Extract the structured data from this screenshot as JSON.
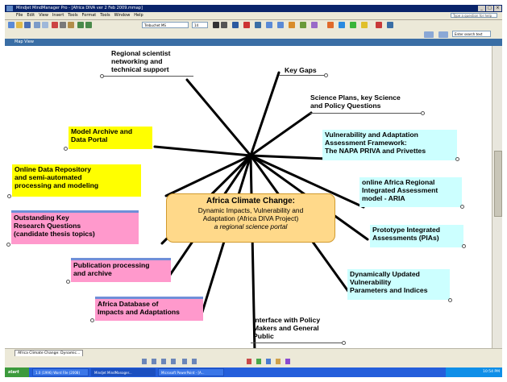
{
  "window": {
    "title": "Mindjet MindManager Pro - [Africa DIVA ver 2 Feb 2009.mmap]",
    "help_placeholder": "Type a question for help"
  },
  "menu": [
    "File",
    "Edit",
    "View",
    "Insert",
    "Tools",
    "Format",
    "Tools",
    "Window",
    "Help"
  ],
  "toolbar": {
    "font_name": "Trebuchet MS",
    "font_size": "14",
    "search_placeholder": "Enter search text"
  },
  "map_view": {
    "header": "Map View",
    "tab_label": "Africa Climate Change: Dynamic...",
    "central": {
      "line1": "Africa Climate Change:",
      "line2": "Dynamic Impacts, Vulnerability and",
      "line3": "Adaptation (Africa DIVA Project)",
      "line4": "a regional science portal"
    },
    "topics": [
      {
        "id": "t1",
        "lines": [
          "Regional scientist",
          "networking and",
          "technical support"
        ],
        "style": "plain"
      },
      {
        "id": "t2",
        "lines": [
          "Key Gaps"
        ],
        "style": "plain"
      },
      {
        "id": "t3",
        "lines": [
          "Science Plans, key Science",
          "and Policy Questions"
        ],
        "style": "plain"
      },
      {
        "id": "t4",
        "lines": [
          "Vulnerability and Adaptation",
          "Assessment Framework:",
          "The NAPA PRIVA and Privettes"
        ],
        "style": "cyan"
      },
      {
        "id": "t5",
        "lines": [
          "online Africa Regional",
          "Integrated Assessment",
          "model - ARIA"
        ],
        "style": "cyan"
      },
      {
        "id": "t6",
        "lines": [
          "Prototype Integrated",
          "Assessments (PIAs)"
        ],
        "style": "cyan"
      },
      {
        "id": "t7",
        "lines": [
          "Dynamically Updated",
          "Vulnerability",
          "Parameters and Indices"
        ],
        "style": "cyan"
      },
      {
        "id": "t8",
        "lines": [
          "Interface with Policy",
          "Makers and General",
          "Public"
        ],
        "style": "plain"
      },
      {
        "id": "t9",
        "lines": [
          "Africa Database of",
          "Impacts and Adaptations"
        ],
        "style": "pink"
      },
      {
        "id": "t10",
        "lines": [
          "Publication processing",
          "and archive"
        ],
        "style": "pink"
      },
      {
        "id": "t11",
        "lines": [
          "Outstanding Key",
          "Research Questions",
          "(candidate thesis topics)"
        ],
        "style": "pink"
      },
      {
        "id": "t12",
        "lines": [
          "Online Data Repository",
          "and semi-automated",
          "processing and modeling"
        ],
        "style": "yellow"
      },
      {
        "id": "t13",
        "lines": [
          "Model Archive and",
          "Data Portal"
        ],
        "style": "yellow"
      }
    ]
  },
  "taskbar": {
    "start": "start",
    "tasks": [
      "1.0 (1996) Word File (2008)",
      "Mindjet MindManager...",
      "Microsoft PowerPoint - [A..."
    ],
    "clock": "10:54 PM"
  }
}
